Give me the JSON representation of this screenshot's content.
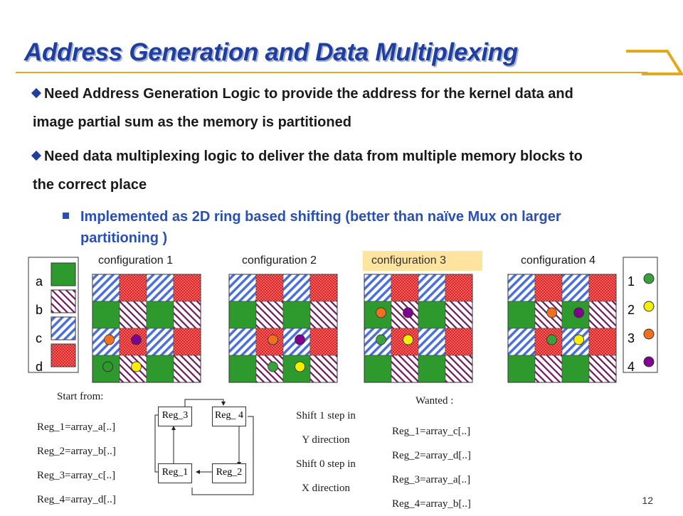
{
  "slide": {
    "title": "Address Generation and Data Multiplexing",
    "page_number": "12",
    "bullets": [
      {
        "line1": "Need Address Generation Logic to provide the address for the kernel data and",
        "line2": "image partial sum as the memory is partitioned"
      },
      {
        "line1": "Need data multiplexing  logic to deliver the data from multiple memory blocks to",
        "line2": "the correct place"
      }
    ],
    "sub_bullet": {
      "line1": "Implemented as 2D ring based shifting  (better than naïve Mux on larger",
      "line2": "partitioning )"
    }
  },
  "legend_left": {
    "labels": [
      "a",
      "b",
      "c",
      "d"
    ]
  },
  "legend_right": {
    "labels": [
      "1",
      "2",
      "3",
      "4"
    ],
    "colors": [
      "#3aa03a",
      "#f4f000",
      "#f07020",
      "#800090"
    ]
  },
  "configs": [
    {
      "label": "configuration 1",
      "highlight": false
    },
    {
      "label": "configuration 2",
      "highlight": false
    },
    {
      "label": "configuration 3",
      "highlight": true
    },
    {
      "label": "configuration 4",
      "highlight": false
    }
  ],
  "colors": {
    "green": "#2e9a2e",
    "red": "#e02020",
    "blue_hatch": "#4a6fe0",
    "purple_hatch": "#6a1a5a",
    "title": "#1f3fa0",
    "accent": "#e3a81c",
    "config3_bg": "#ffe4a0"
  },
  "start_from": {
    "heading": "Start from:",
    "lines": [
      "Reg_1=array_a[..]",
      "Reg_2=array_b[..]",
      "Reg_3=array_c[..]",
      "Reg_4=array_d[..]"
    ]
  },
  "registers": [
    "Reg_3",
    "Reg_ 4",
    "Reg_1",
    "Reg_2"
  ],
  "shift_text": [
    "Shift 1 step in",
    "Y direction",
    "Shift 0 step in",
    "X direction"
  ],
  "wanted": {
    "heading": "Wanted :",
    "lines": [
      "Reg_1=array_c[..]",
      "Reg_2=array_d[..]",
      "Reg_3=array_a[..]",
      "Reg_4=array_b[..]"
    ]
  }
}
